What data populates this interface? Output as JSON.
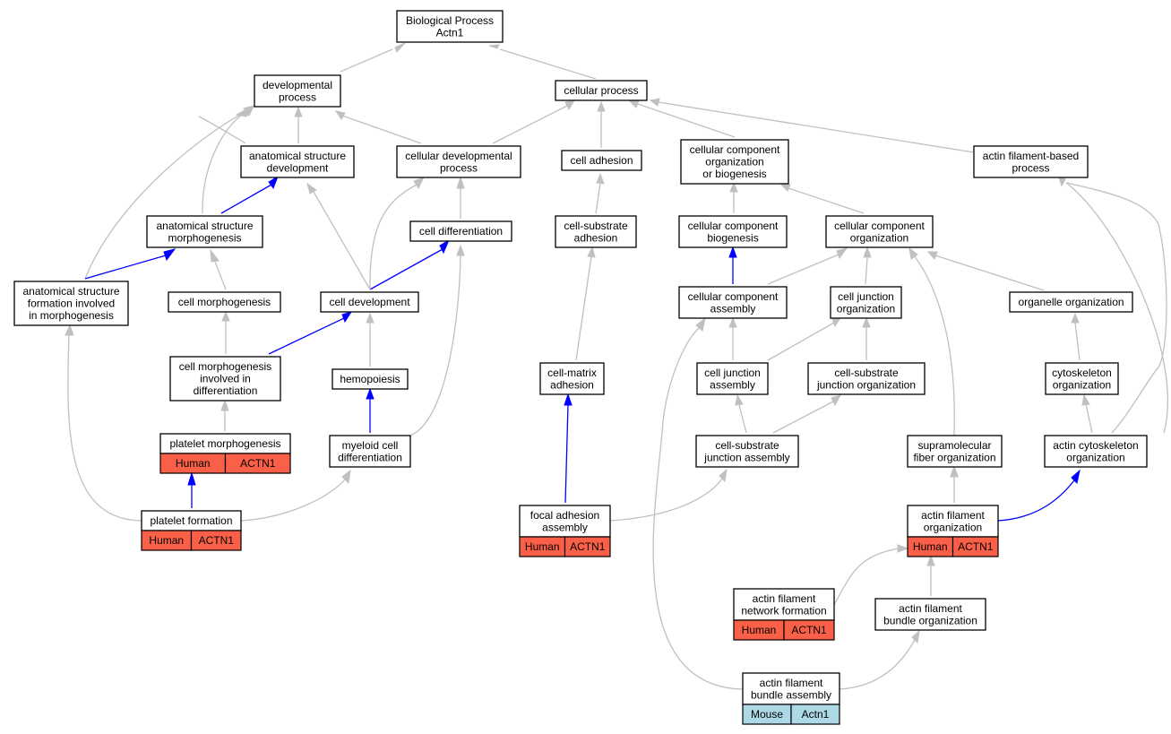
{
  "colors": {
    "edge_default": "#c0c0c0",
    "edge_highlight": "#0000ff",
    "human_fill": "#fa6047",
    "mouse_fill": "#add8e6"
  },
  "nodes": {
    "bp": {
      "lines": [
        "Biological Process",
        "Actn1"
      ]
    },
    "dev_proc": {
      "lines": [
        "developmental",
        "process"
      ]
    },
    "cell_proc": {
      "lines": [
        "cellular process"
      ]
    },
    "anat_dev": {
      "lines": [
        "anatomical structure",
        "development"
      ]
    },
    "cell_dev_proc": {
      "lines": [
        "cellular developmental",
        "process"
      ]
    },
    "cell_adh": {
      "lines": [
        "cell adhesion"
      ]
    },
    "ccob": {
      "lines": [
        "cellular component",
        "organization",
        "or biogenesis"
      ]
    },
    "afbp": {
      "lines": [
        "actin filament-based",
        "process"
      ]
    },
    "anat_morph": {
      "lines": [
        "anatomical structure",
        "morphogenesis"
      ]
    },
    "cell_diff": {
      "lines": [
        "cell differentiation"
      ]
    },
    "cs_adh": {
      "lines": [
        "cell-substrate",
        "adhesion"
      ]
    },
    "cc_biog": {
      "lines": [
        "cellular component",
        "biogenesis"
      ]
    },
    "cc_org": {
      "lines": [
        "cellular component",
        "organization"
      ]
    },
    "asf": {
      "lines": [
        "anatomical structure",
        "formation involved",
        "in morphogenesis"
      ]
    },
    "cell_morph": {
      "lines": [
        "cell morphogenesis"
      ]
    },
    "cell_devt": {
      "lines": [
        "cell development"
      ]
    },
    "cc_asm": {
      "lines": [
        "cellular component",
        "assembly"
      ]
    },
    "cj_org": {
      "lines": [
        "cell junction",
        "organization"
      ]
    },
    "org_org": {
      "lines": [
        "organelle organization"
      ]
    },
    "cmid": {
      "lines": [
        "cell morphogenesis",
        "involved in",
        "differentiation"
      ]
    },
    "hemo": {
      "lines": [
        "hemopoiesis"
      ]
    },
    "cm_adh": {
      "lines": [
        "cell-matrix",
        "adhesion"
      ]
    },
    "cj_asm": {
      "lines": [
        "cell junction",
        "assembly"
      ]
    },
    "csj_org": {
      "lines": [
        "cell-substrate",
        "junction organization"
      ]
    },
    "cyto_org": {
      "lines": [
        "cytoskeleton",
        "organization"
      ]
    },
    "plt_morph": {
      "lines": [
        "platelet morphogenesis"
      ],
      "annotation": {
        "species": "Human",
        "gene": "ACTN1"
      }
    },
    "myeloid": {
      "lines": [
        "myeloid cell",
        "differentiation"
      ]
    },
    "csj_asm": {
      "lines": [
        "cell-substrate",
        "junction assembly"
      ]
    },
    "smf_org": {
      "lines": [
        "supramolecular",
        "fiber organization"
      ]
    },
    "acyto_org": {
      "lines": [
        "actin cytoskeleton",
        "organization"
      ]
    },
    "plt_form": {
      "lines": [
        "platelet formation"
      ],
      "annotation": {
        "species": "Human",
        "gene": "ACTN1"
      }
    },
    "fa_asm": {
      "lines": [
        "focal adhesion",
        "assembly"
      ],
      "annotation": {
        "species": "Human",
        "gene": "ACTN1"
      }
    },
    "af_org": {
      "lines": [
        "actin filament",
        "organization"
      ],
      "annotation": {
        "species": "Human",
        "gene": "ACTN1"
      }
    },
    "afn_form": {
      "lines": [
        "actin filament",
        "network formation"
      ],
      "annotation": {
        "species": "Human",
        "gene": "ACTN1"
      }
    },
    "afb_org": {
      "lines": [
        "actin filament",
        "bundle organization"
      ]
    },
    "afb_asm": {
      "lines": [
        "actin filament",
        "bundle assembly"
      ],
      "annotation": {
        "species": "Mouse",
        "gene": "Actn1"
      }
    }
  }
}
